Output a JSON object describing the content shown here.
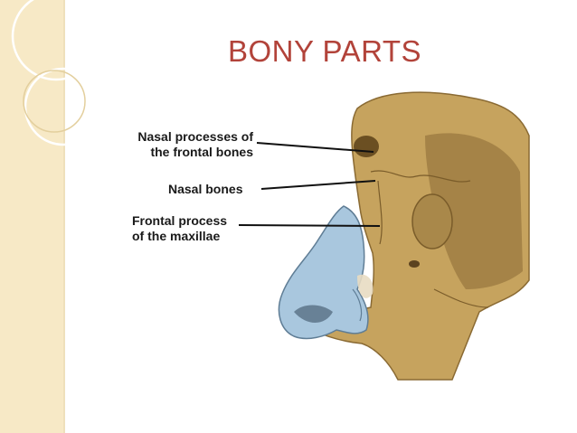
{
  "slide": {
    "title": "BONY PARTS",
    "labels": {
      "nasal_processes_line1": "Nasal processes of",
      "nasal_processes_line2": "the frontal bones",
      "nasal_bones": "Nasal bones",
      "frontal_process_line1": "Frontal process",
      "frontal_process_line2": "of the maxillae"
    }
  },
  "colors": {
    "title": "#b2433a",
    "side_band": "#f7e9c6",
    "bone": "#c9a764",
    "cartilage": "#a9c7de"
  }
}
